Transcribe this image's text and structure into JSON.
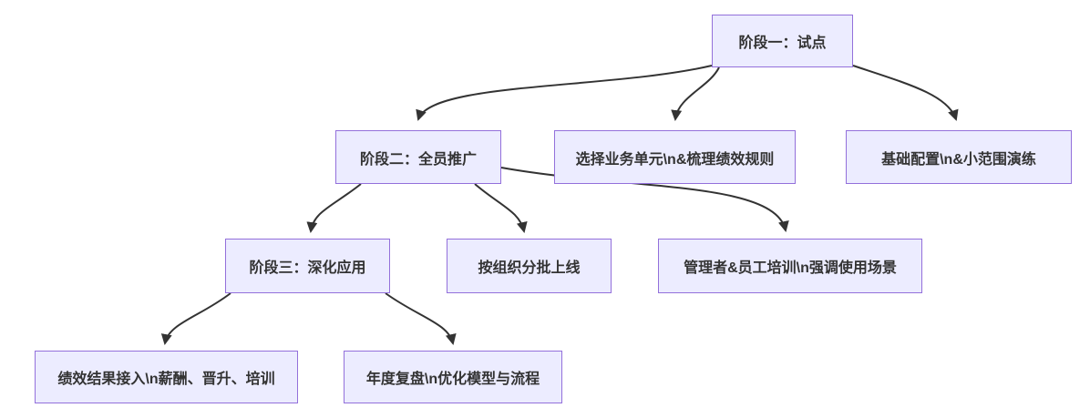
{
  "diagram": {
    "type": "flowchart",
    "direction": "top-down",
    "nodes": [
      {
        "id": "phase1",
        "label": "阶段一：试点"
      },
      {
        "id": "phase2",
        "label": "阶段二：全员推广"
      },
      {
        "id": "select_unit",
        "label": "选择业务单元\\n&梳理绩效规则"
      },
      {
        "id": "basic_config",
        "label": "基础配置\\n&小范围演练"
      },
      {
        "id": "phase3",
        "label": "阶段三：深化应用"
      },
      {
        "id": "rollout_batch",
        "label": "按组织分批上线"
      },
      {
        "id": "training",
        "label": "管理者&员工培训\\n强调使用场景"
      },
      {
        "id": "perf_link",
        "label": "绩效结果接入\\n薪酬、晋升、培训"
      },
      {
        "id": "annual_review",
        "label": "年度复盘\\n优化模型与流程"
      }
    ],
    "edges": [
      {
        "from": "phase1",
        "to": "phase2"
      },
      {
        "from": "phase1",
        "to": "select_unit"
      },
      {
        "from": "phase1",
        "to": "basic_config"
      },
      {
        "from": "phase2",
        "to": "phase3"
      },
      {
        "from": "phase2",
        "to": "rollout_batch"
      },
      {
        "from": "phase2",
        "to": "training"
      },
      {
        "from": "phase3",
        "to": "perf_link"
      },
      {
        "from": "phase3",
        "to": "annual_review"
      }
    ],
    "colors": {
      "node_fill": "#ECECFF",
      "node_border": "#9370DB",
      "edge": "#333333",
      "text": "#333333",
      "background": "#FFFFFF"
    }
  }
}
